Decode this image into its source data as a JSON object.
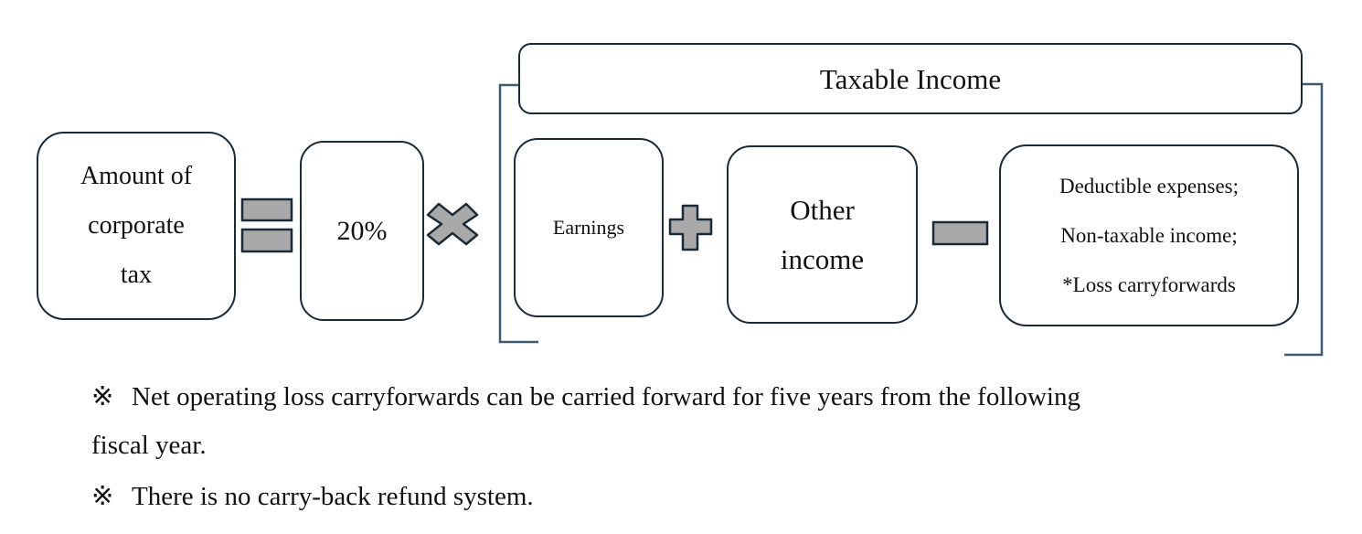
{
  "formula": {
    "tax_lines": [
      "Amount of",
      "corporate",
      "tax"
    ],
    "rate": "20%",
    "taxable_income_title": "Taxable Income",
    "earnings": "Earnings",
    "other_income_lines": [
      "Other",
      "income"
    ],
    "deduction_lines": [
      "Deductible expenses;",
      "Non-taxable income;",
      "*Loss carryforwards"
    ],
    "operators": [
      "equals-icon",
      "multiply-icon",
      "plus-icon",
      "minus-icon"
    ]
  },
  "notes": {
    "mark": "※",
    "note1_line1": "Net operating loss carryforwards can be carried forward for five years from the following",
    "note1_line2": "fiscal year.",
    "note2": "There is no carry-back refund system."
  },
  "colors": {
    "border": "#1b2a38",
    "bracket": "#3d5a70",
    "operator_fill": "#a9a9a9"
  }
}
